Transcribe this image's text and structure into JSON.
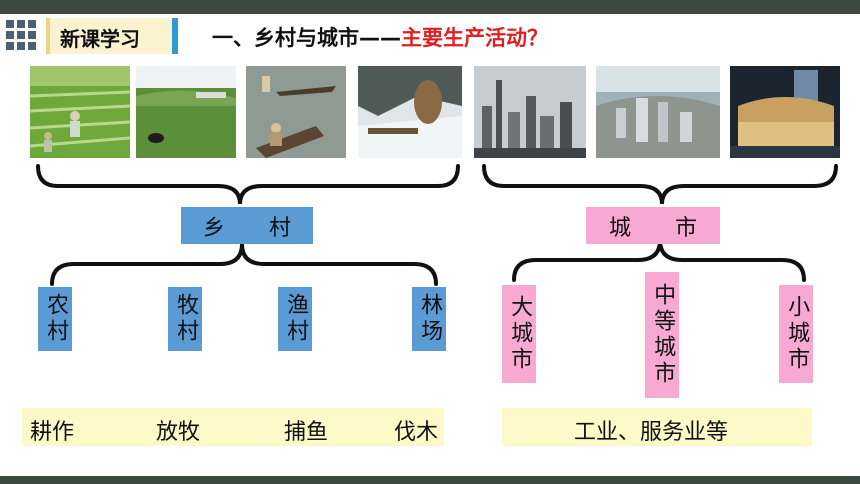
{
  "header": {
    "tab_label": "新课学习",
    "title_main": "一、乡村与城市——",
    "title_highlight": "主要生产活动？",
    "accent_color": "#2f9bd6",
    "highlight_color": "#e02020"
  },
  "photos": [
    {
      "name": "rice-field-photo"
    },
    {
      "name": "pasture-photo"
    },
    {
      "name": "fishing-boat-photo"
    },
    {
      "name": "logging-photo"
    },
    {
      "name": "city-skyline-photo"
    },
    {
      "name": "city-aerial-photo"
    },
    {
      "name": "shopping-mall-photo"
    }
  ],
  "diagram": {
    "rural_label": "乡　　村",
    "urban_label": "城　　市",
    "rural_types": [
      "农村",
      "牧村",
      "渔村",
      "林场"
    ],
    "urban_types": [
      "大城市",
      "中等城市",
      "小城市"
    ],
    "rural_box_color": "#5b9bd5",
    "urban_box_color": "#f7a8d3"
  },
  "activities": {
    "rural": [
      "耕作",
      "放牧",
      "捕鱼",
      "伐木"
    ],
    "urban": "工业、服务业等"
  }
}
